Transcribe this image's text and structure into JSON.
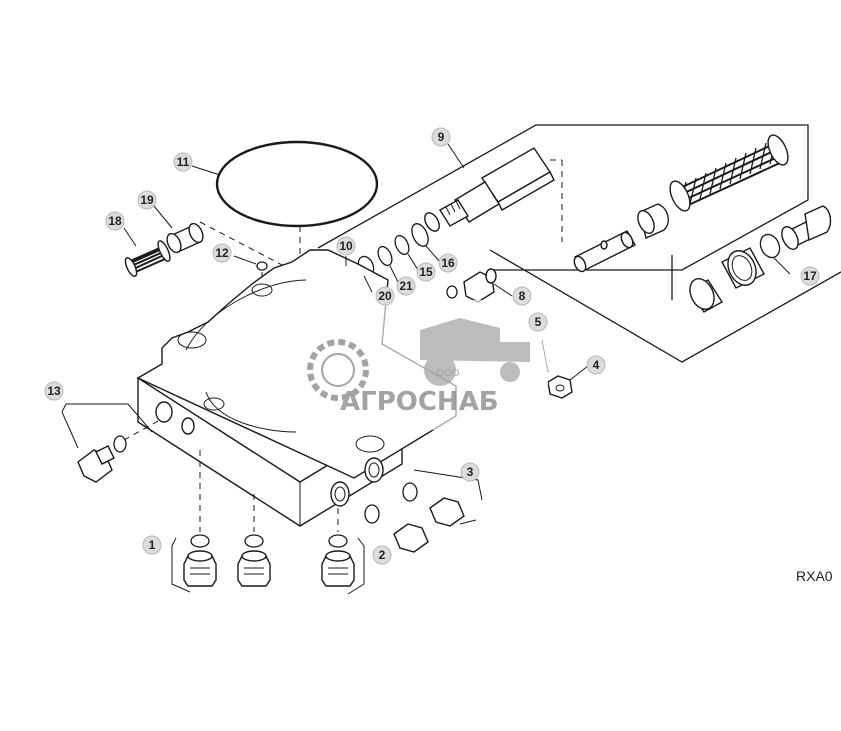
{
  "part_labels": [
    {
      "id": "1",
      "text": "1"
    },
    {
      "id": "2",
      "text": "2"
    },
    {
      "id": "3",
      "text": "3"
    },
    {
      "id": "4",
      "text": "4"
    },
    {
      "id": "5",
      "text": "5"
    },
    {
      "id": "8",
      "text": "8"
    },
    {
      "id": "9",
      "text": "9"
    },
    {
      "id": "10",
      "text": "10"
    },
    {
      "id": "11",
      "text": "11"
    },
    {
      "id": "12",
      "text": "12"
    },
    {
      "id": "13",
      "text": "13"
    },
    {
      "id": "15",
      "text": "15"
    },
    {
      "id": "16",
      "text": "16"
    },
    {
      "id": "17",
      "text": "17"
    },
    {
      "id": "18",
      "text": "18"
    },
    {
      "id": "19",
      "text": "19"
    },
    {
      "id": "20",
      "text": "20"
    },
    {
      "id": "21",
      "text": "21"
    }
  ],
  "reference_code": "RXA0",
  "watermark": {
    "company_prefix": "ООО",
    "company_name": "АГРОСНАБ"
  },
  "colors": {
    "line": "#1a1a1a",
    "label_bubble": "#dcdcdc",
    "watermark": "#9a9a9a"
  }
}
